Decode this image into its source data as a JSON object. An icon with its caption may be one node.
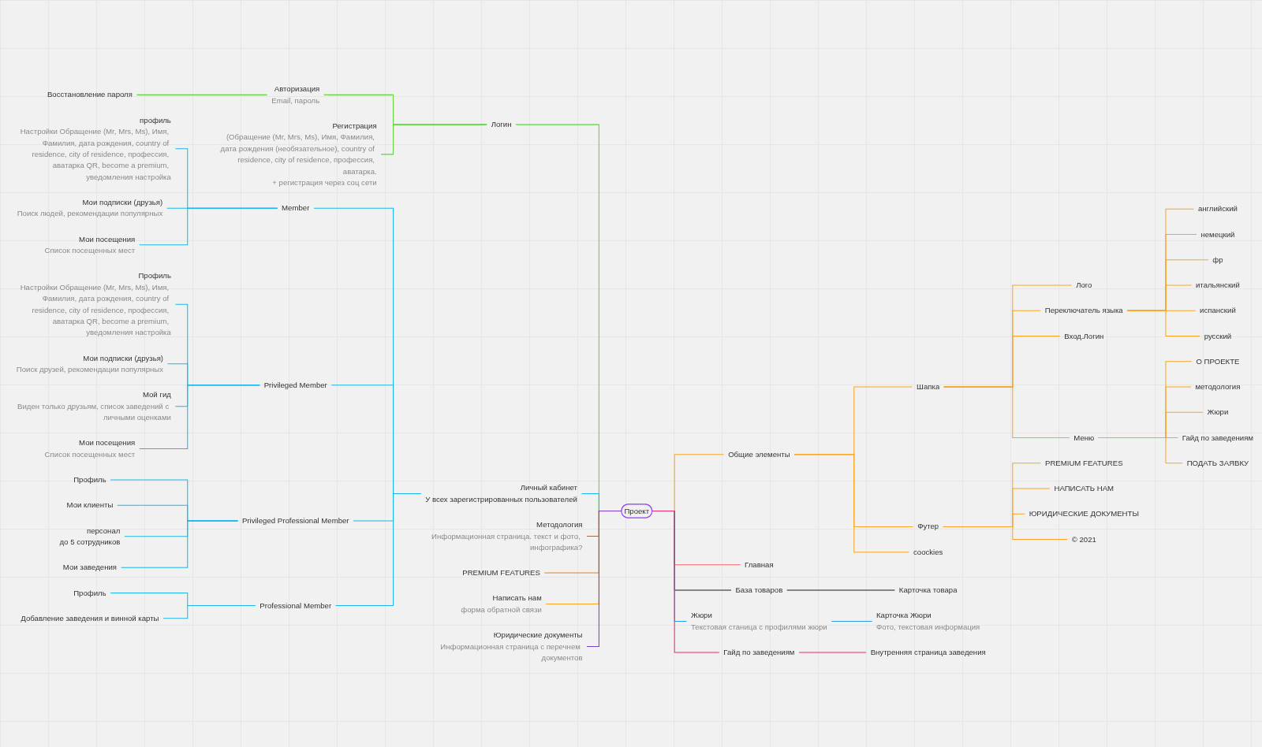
{
  "diagram": {
    "nodes": [
      {
        "text": [
          "Проект"
        ]
      },
      {
        "text": [
          "Логин"
        ]
      },
      {
        "text": [
          "Авторизация",
          "Email, пароль"
        ]
      },
      {
        "text": [
          "Восстановление пароля"
        ]
      },
      {
        "text": [
          "Регистрация",
          "(Обращение (Mr, Mrs, Ms), Имя, Фамилия, дата рождения (необязательное), country of residence, city of residence, профессия, аватарка.",
          "+ регистрация через соц сети"
        ]
      },
      {
        "text": [
          "Личный кабинет",
          "У всех зарегистрированных пользователей"
        ]
      },
      {
        "text": [
          "Member"
        ]
      },
      {
        "text": [
          "профиль",
          "Настройки Обращение (Mr, Mrs, Ms), Имя, Фамилия, дата рождения, country of residence, city of residence, профессия, аватарка QR, become a premium, уведомления настройка"
        ]
      },
      {
        "text": [
          "Мои подписки (друзья)",
          "Поиск людей, рекомендации популярных"
        ]
      },
      {
        "text": [
          "Мои посещения",
          "Список посещенных мест"
        ]
      },
      {
        "text": [
          "Privileged Member"
        ]
      },
      {
        "text": [
          "Профиль",
          "Настройки Обращение (Mr, Mrs, Ms), Имя, Фамилия, дата рождения, country of residence, city of residence, профессия, аватарка QR, become a premium, уведомления настройка"
        ]
      },
      {
        "text": [
          "Мои подписки (друзья)",
          "Поиск друзей, рекомендации популярных"
        ]
      },
      {
        "text": [
          "Мой гид",
          "Виден только друзьям, список заведений с личными оценками"
        ]
      },
      {
        "text": [
          "Мои посещения",
          "Список посещенных мест"
        ]
      },
      {
        "text": [
          "Privileged Professional Member"
        ]
      },
      {
        "text": [
          "Профиль"
        ]
      },
      {
        "text": [
          "Мои клиенты"
        ]
      },
      {
        "text": [
          "персонал",
          "до 5 сотрудников"
        ]
      },
      {
        "text": [
          "Мои заведения"
        ]
      },
      {
        "text": [
          "Professional Member"
        ]
      },
      {
        "text": [
          "Профиль"
        ]
      },
      {
        "text": [
          "Добавление заведения и винной карты"
        ]
      },
      {
        "text": [
          "Методология",
          "Информационная страница. текст и фото, инфографика?"
        ]
      },
      {
        "text": [
          "PREMIUM FEATURES"
        ]
      },
      {
        "text": [
          "Написать нам",
          "форма обратной связи"
        ]
      },
      {
        "text": [
          "Юридические документы",
          "Информационная страница с перечнем документов"
        ]
      },
      {
        "text": [
          "Общие элементы"
        ]
      },
      {
        "text": [
          "Шапка"
        ]
      },
      {
        "text": [
          "Лого"
        ]
      },
      {
        "text": [
          "Переключатель языка"
        ]
      },
      {
        "text": [
          "английский"
        ]
      },
      {
        "text": [
          "немецкий"
        ]
      },
      {
        "text": [
          "фр"
        ]
      },
      {
        "text": [
          "итальянский"
        ]
      },
      {
        "text": [
          "испанский"
        ]
      },
      {
        "text": [
          "русский"
        ]
      },
      {
        "text": [
          "Вход.Логин"
        ]
      },
      {
        "text": [
          "Меню"
        ]
      },
      {
        "text": [
          "О ПРОЕКТЕ"
        ]
      },
      {
        "text": [
          "методология"
        ]
      },
      {
        "text": [
          "Жюри"
        ]
      },
      {
        "text": [
          "Гайд по заведениям"
        ]
      },
      {
        "text": [
          "ПОДАТЬ ЗАЯВКУ"
        ]
      },
      {
        "text": [
          "Футер"
        ]
      },
      {
        "text": [
          "PREMIUM FEATURES"
        ]
      },
      {
        "text": [
          "НАПИСАТЬ НАМ"
        ]
      },
      {
        "text": [
          "ЮРИДИЧЕСКИЕ ДОКУМЕНТЫ"
        ]
      },
      {
        "text": [
          "© 2021"
        ]
      },
      {
        "text": [
          "coockies"
        ]
      },
      {
        "text": [
          "Главная"
        ]
      },
      {
        "text": [
          "База товаров"
        ]
      },
      {
        "text": [
          "Карточка товара"
        ]
      },
      {
        "text": [
          "Жюри",
          "Текстовая станица с профилями жюри"
        ]
      },
      {
        "text": [
          "Карточка Жюри",
          "Фото, текстовая информация"
        ]
      },
      {
        "text": [
          "Гайд по заведениям"
        ]
      },
      {
        "text": [
          "Внутренняя страница заведения"
        ]
      }
    ],
    "edges": [
      {
        "from": 1,
        "to": 0,
        "arrow": "none",
        "color": "#5fd13c"
      },
      {
        "from": 2,
        "to": 1,
        "arrow": "none",
        "color": "#5fd13c"
      },
      {
        "from": 3,
        "to": 2,
        "arrow": "none",
        "color": "#5fd13c"
      },
      {
        "from": 4,
        "to": 1,
        "arrow": "none",
        "color": "#5fd13c"
      },
      {
        "from": 5,
        "to": 0,
        "arrow": "none",
        "color": "#1ab7ea"
      },
      {
        "from": 6,
        "to": 5,
        "arrow": "none",
        "color": "#1ab7ea"
      },
      {
        "from": 7,
        "to": 6,
        "arrow": "none",
        "color": "#1ab7ea"
      },
      {
        "from": 8,
        "to": 6,
        "arrow": "none",
        "color": "#1ab7ea"
      },
      {
        "from": 9,
        "to": 6,
        "arrow": "none",
        "color": "#1ab7ea"
      },
      {
        "from": 10,
        "to": 5,
        "arrow": "none",
        "color": "#1ab7ea"
      },
      {
        "from": 11,
        "to": 10,
        "arrow": "none",
        "color": "#1ab7ea"
      },
      {
        "from": 12,
        "to": 10,
        "arrow": "none",
        "color": "#1ab7ea"
      },
      {
        "from": 13,
        "to": 10,
        "arrow": "none",
        "color": "#1ab7ea"
      },
      {
        "from": 14,
        "to": 10,
        "arrow": "none",
        "color": "#1ab7ea"
      },
      {
        "from": 15,
        "to": 5,
        "arrow": "none",
        "color": "#1ab7ea"
      },
      {
        "from": 16,
        "to": 15,
        "arrow": "none",
        "color": "#1ab7ea"
      },
      {
        "from": 17,
        "to": 15,
        "arrow": "none",
        "color": "#1ab7ea"
      },
      {
        "from": 18,
        "to": 15,
        "arrow": "none",
        "color": "#1ab7ea"
      },
      {
        "from": 19,
        "to": 15,
        "arrow": "none",
        "color": "#1ab7ea"
      },
      {
        "from": 20,
        "to": 5,
        "arrow": "none",
        "color": "#1ab7ea"
      },
      {
        "from": 21,
        "to": 20,
        "arrow": "none",
        "color": "#1ab7ea"
      },
      {
        "from": 22,
        "to": 20,
        "arrow": "none",
        "color": "#1ab7ea"
      },
      {
        "from": 23,
        "to": 0,
        "arrow": "none",
        "color": "#a0694a"
      },
      {
        "from": 24,
        "to": 0,
        "arrow": "none",
        "color": "#cc8a3c"
      },
      {
        "from": 25,
        "to": 0,
        "arrow": "none"
      },
      {
        "from": 26,
        "to": 0,
        "arrow": "none",
        "color": "#7a3ec8"
      },
      {
        "from": 0,
        "to": 27,
        "arrow": "none"
      },
      {
        "from": 27,
        "to": 28,
        "arrow": "none"
      },
      {
        "from": 28,
        "to": 29,
        "arrow": "none"
      },
      {
        "from": 28,
        "to": 30,
        "arrow": "none"
      },
      {
        "from": 30,
        "to": 31,
        "arrow": "none"
      },
      {
        "from": 30,
        "to": 32,
        "arrow": "none"
      },
      {
        "from": 30,
        "to": 33,
        "arrow": "none"
      },
      {
        "from": 30,
        "to": 34,
        "arrow": "none"
      },
      {
        "from": 30,
        "to": 35,
        "arrow": "none"
      },
      {
        "from": 30,
        "to": 36,
        "arrow": "none"
      },
      {
        "from": 28,
        "to": 37,
        "arrow": "none"
      },
      {
        "from": 28,
        "to": 38,
        "arrow": "none"
      },
      {
        "from": 38,
        "to": 39,
        "arrow": "none"
      },
      {
        "from": 38,
        "to": 40,
        "arrow": "none"
      },
      {
        "from": 38,
        "to": 41,
        "arrow": "none"
      },
      {
        "from": 38,
        "to": 42,
        "arrow": "none"
      },
      {
        "from": 38,
        "to": 43,
        "arrow": "none"
      },
      {
        "from": 27,
        "to": 44,
        "arrow": "none"
      },
      {
        "from": 44,
        "to": 45,
        "arrow": "none"
      },
      {
        "from": 44,
        "to": 46,
        "arrow": "none"
      },
      {
        "from": 44,
        "to": 47,
        "arrow": "none"
      },
      {
        "from": 44,
        "to": 48,
        "arrow": "none"
      },
      {
        "from": 27,
        "to": 49,
        "arrow": "none"
      },
      {
        "from": 0,
        "to": 50,
        "arrow": "none",
        "color": "#f0695a"
      },
      {
        "from": 0,
        "to": 51,
        "arrow": "none",
        "color": "#1a1a1a"
      },
      {
        "from": 51,
        "to": 52,
        "arrow": "none",
        "color": "#1a1a1a"
      },
      {
        "from": 0,
        "to": 53,
        "arrow": "none",
        "color": "#2d9bf0"
      },
      {
        "from": 53,
        "to": 54,
        "arrow": "none",
        "color": "#2d9bf0"
      },
      {
        "from": 0,
        "to": 55,
        "arrow": "none",
        "color": "#ee2a6d"
      },
      {
        "from": 55,
        "to": 56,
        "arrow": "none",
        "color": "#ee2a6d"
      }
    ]
  }
}
